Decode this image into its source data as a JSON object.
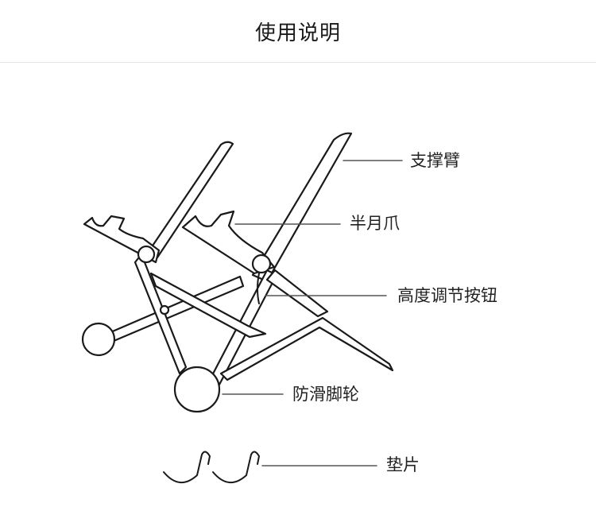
{
  "header": {
    "title": "使用说明"
  },
  "labels": {
    "support_arm": "支撑臂",
    "half_moon_claw": "半月爪",
    "height_knob": "高度调节按钮",
    "anti_slip_wheel": "防滑脚轮",
    "pad": "垫片"
  },
  "colors": {
    "line": "#1a1a1a",
    "leader": "#555555",
    "divider": "#e6e6e6"
  }
}
